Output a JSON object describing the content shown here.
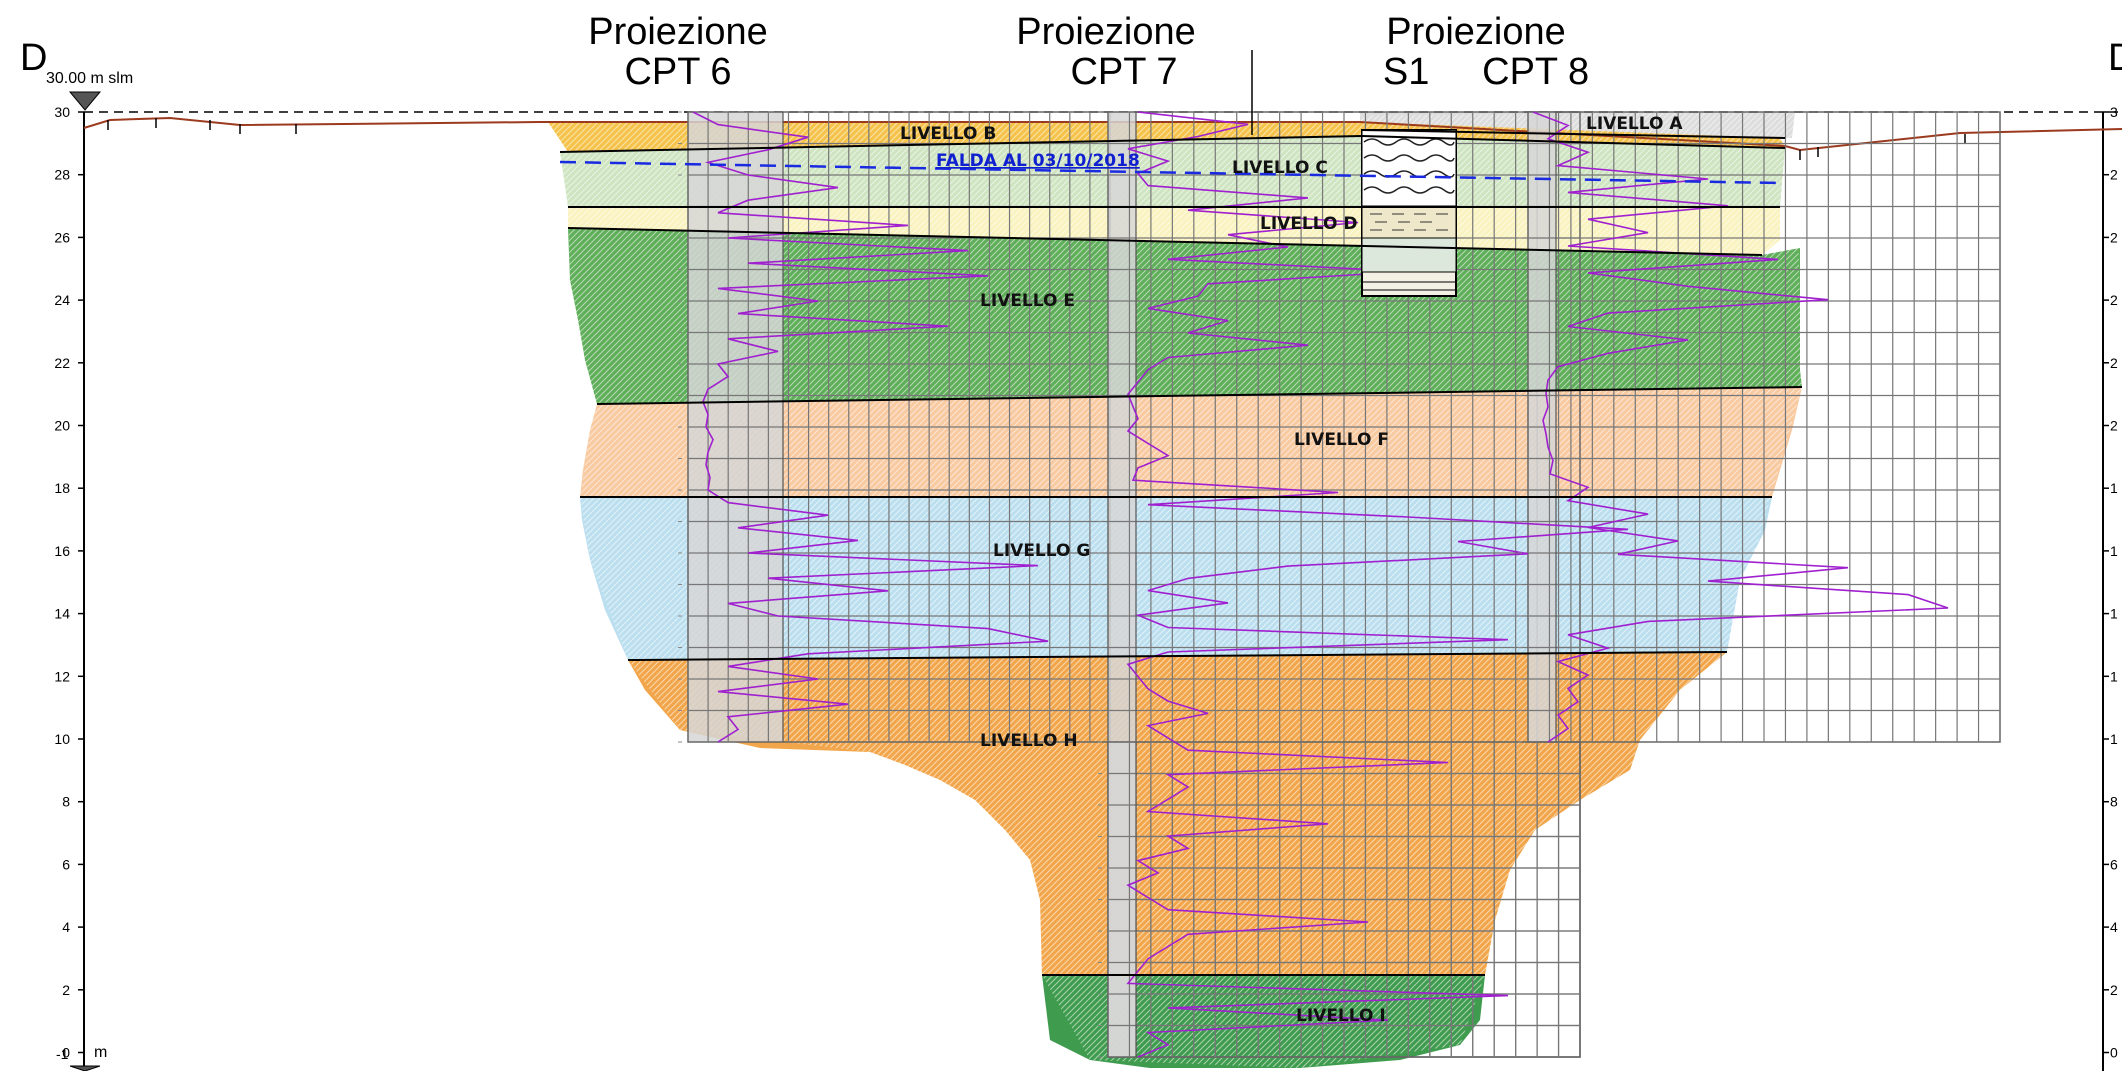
{
  "section": {
    "left_label": "D",
    "right_label": "D'",
    "datum_label": "30.00 m slm",
    "unit_label": "m",
    "bottom_label": "-1"
  },
  "projections": [
    {
      "line1": "Proiezione",
      "line2": "CPT 6"
    },
    {
      "line1": "Proiezione",
      "line2": "CPT 7"
    },
    {
      "line1": "Proiezione",
      "line2": "S1     CPT 8"
    }
  ],
  "axis": {
    "ticks": [
      "30",
      "28",
      "26",
      "24",
      "22",
      "20",
      "18",
      "16",
      "14",
      "12",
      "10",
      "8",
      "6",
      "4",
      "2",
      "0"
    ],
    "right_ticks": [
      "3",
      "2",
      "2",
      "2",
      "2",
      "2",
      "1",
      "1",
      "1",
      "1",
      "1",
      "8",
      "6",
      "4",
      "2",
      "0"
    ]
  },
  "levels": {
    "A": "LIVELLO A",
    "B": "LIVELLO B",
    "C": "LIVELLO C",
    "D": "LIVELLO D",
    "E": "LIVELLO E",
    "F": "LIVELLO F",
    "G": "LIVELLO G",
    "H": "LIVELLO H",
    "I": "LIVELLO I"
  },
  "water_table": "FALDA AL 03/10/2018",
  "colors": {
    "livello_a": "#d9d9d9",
    "livello_b": "#f5c24a",
    "livello_c": "#cfe5c2",
    "livello_d": "#faf3bf",
    "livello_e": "#5fae5a",
    "livello_f": "#f9c9a0",
    "livello_g": "#bcdff0",
    "livello_h": "#f2a64b",
    "livello_i": "#3f9c4e",
    "cpt_profile": "#a020d0",
    "water_table": "#1a2ae0",
    "ground": "#9b3a1e"
  }
}
